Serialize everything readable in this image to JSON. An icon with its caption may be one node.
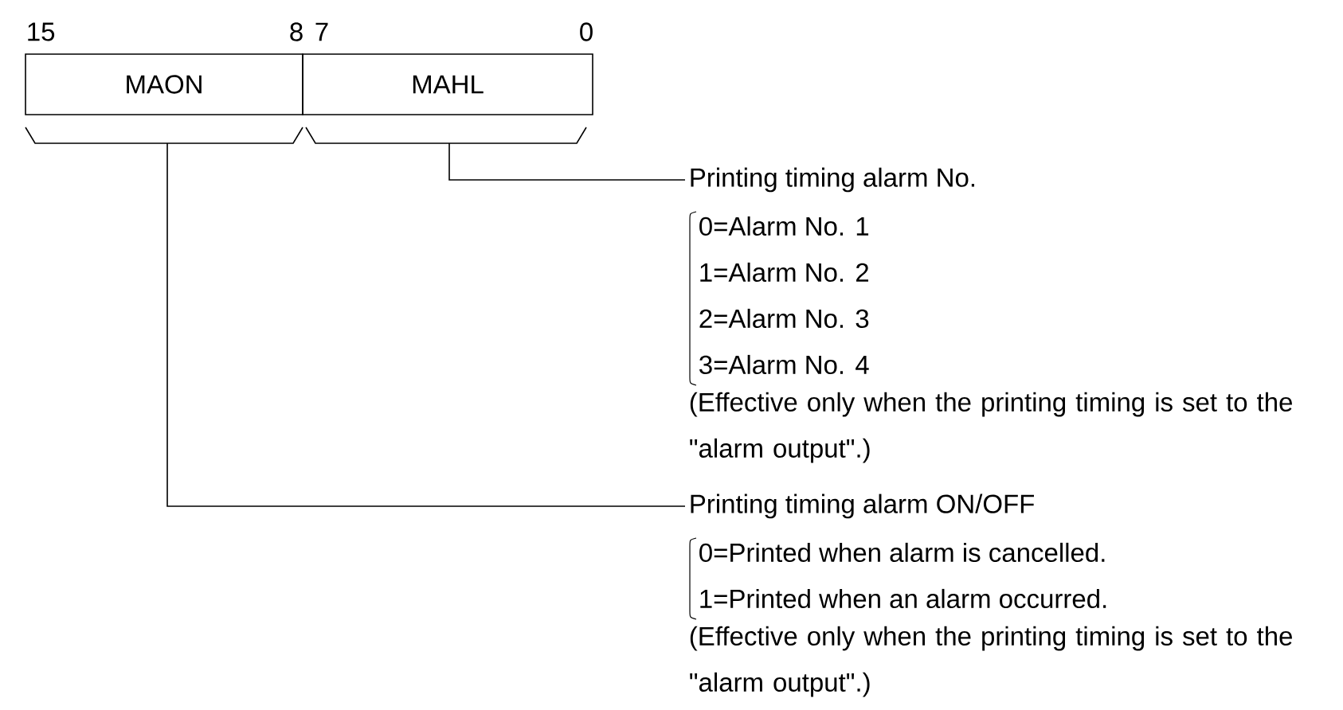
{
  "diagram": {
    "nodes": [
      {
        "text": [
          "MAON"
        ]
      },
      {
        "text": [
          "MAHL"
        ]
      },
      {
        "text": [
          "Printing timing alarm No."
        ],
        "beside": [
          "0=Alarm No. 1",
          "1=Alarm No. 2",
          "2=Alarm No. 3",
          "3=Alarm No. 4",
          "(Effective only when the printing timing is set to the \"alarm output\".)"
        ]
      },
      {
        "text": [
          "Printing timing alarm ON/OFF"
        ],
        "beside": [
          "0=Printed when alarm is cancelled.",
          "1=Printed when an alarm occurred.",
          "(Effective only when the printing timing is set to the \"alarm output\".)"
        ]
      }
    ],
    "edges": [
      {
        "from": 1,
        "to": 2,
        "arrow": "none"
      },
      {
        "from": 0,
        "to": 3,
        "arrow": "none"
      }
    ],
    "labels": [
      "15",
      "8",
      "7",
      "0"
    ]
  }
}
